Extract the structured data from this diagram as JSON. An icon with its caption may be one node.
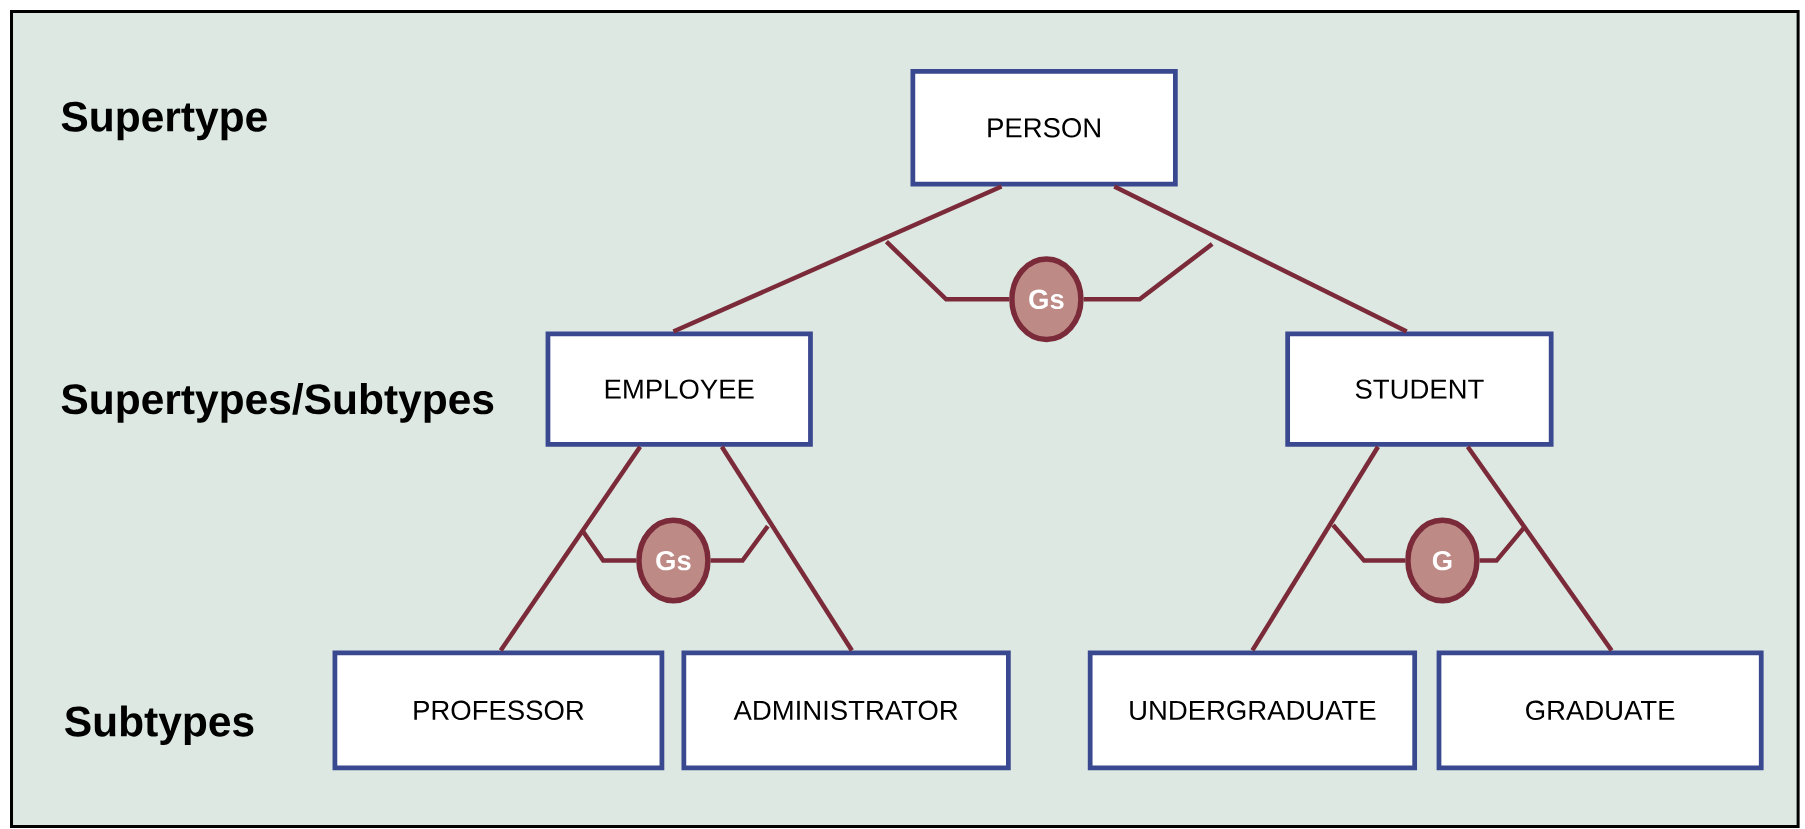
{
  "diagram": {
    "nodes": [
      {
        "text": [
          "PERSON"
        ]
      },
      {
        "text": [
          "Gs"
        ]
      },
      {
        "text": [
          "EMPLOYEE"
        ]
      },
      {
        "text": [
          "STUDENT"
        ]
      },
      {
        "text": [
          "Gs"
        ]
      },
      {
        "text": [
          "G"
        ]
      },
      {
        "text": [
          "PROFESSOR"
        ]
      },
      {
        "text": [
          "ADMINISTRATOR"
        ]
      },
      {
        "text": [
          "UNDERGRADUATE"
        ]
      },
      {
        "text": [
          "GRADUATE"
        ]
      }
    ],
    "edges": [
      {
        "from": 0,
        "to": 2,
        "arrow": "none"
      },
      {
        "from": 0,
        "to": 3,
        "arrow": "none"
      },
      {
        "from": 2,
        "to": 6,
        "arrow": "none"
      },
      {
        "from": 2,
        "to": 7,
        "arrow": "none"
      },
      {
        "from": 3,
        "to": 8,
        "arrow": "none"
      },
      {
        "from": 3,
        "to": 9,
        "arrow": "none"
      },
      {
        "from": 1,
        "to": null,
        "arrow": "none"
      },
      {
        "from": 1,
        "to": null,
        "arrow": "none"
      },
      {
        "from": 4,
        "to": null,
        "arrow": "none"
      },
      {
        "from": 4,
        "to": null,
        "arrow": "none"
      },
      {
        "from": 5,
        "to": null,
        "arrow": "none"
      },
      {
        "from": 5,
        "to": null,
        "arrow": "none"
      }
    ],
    "labels": [
      "Supertype",
      "Supertypes/Subtypes",
      "Subtypes"
    ]
  }
}
